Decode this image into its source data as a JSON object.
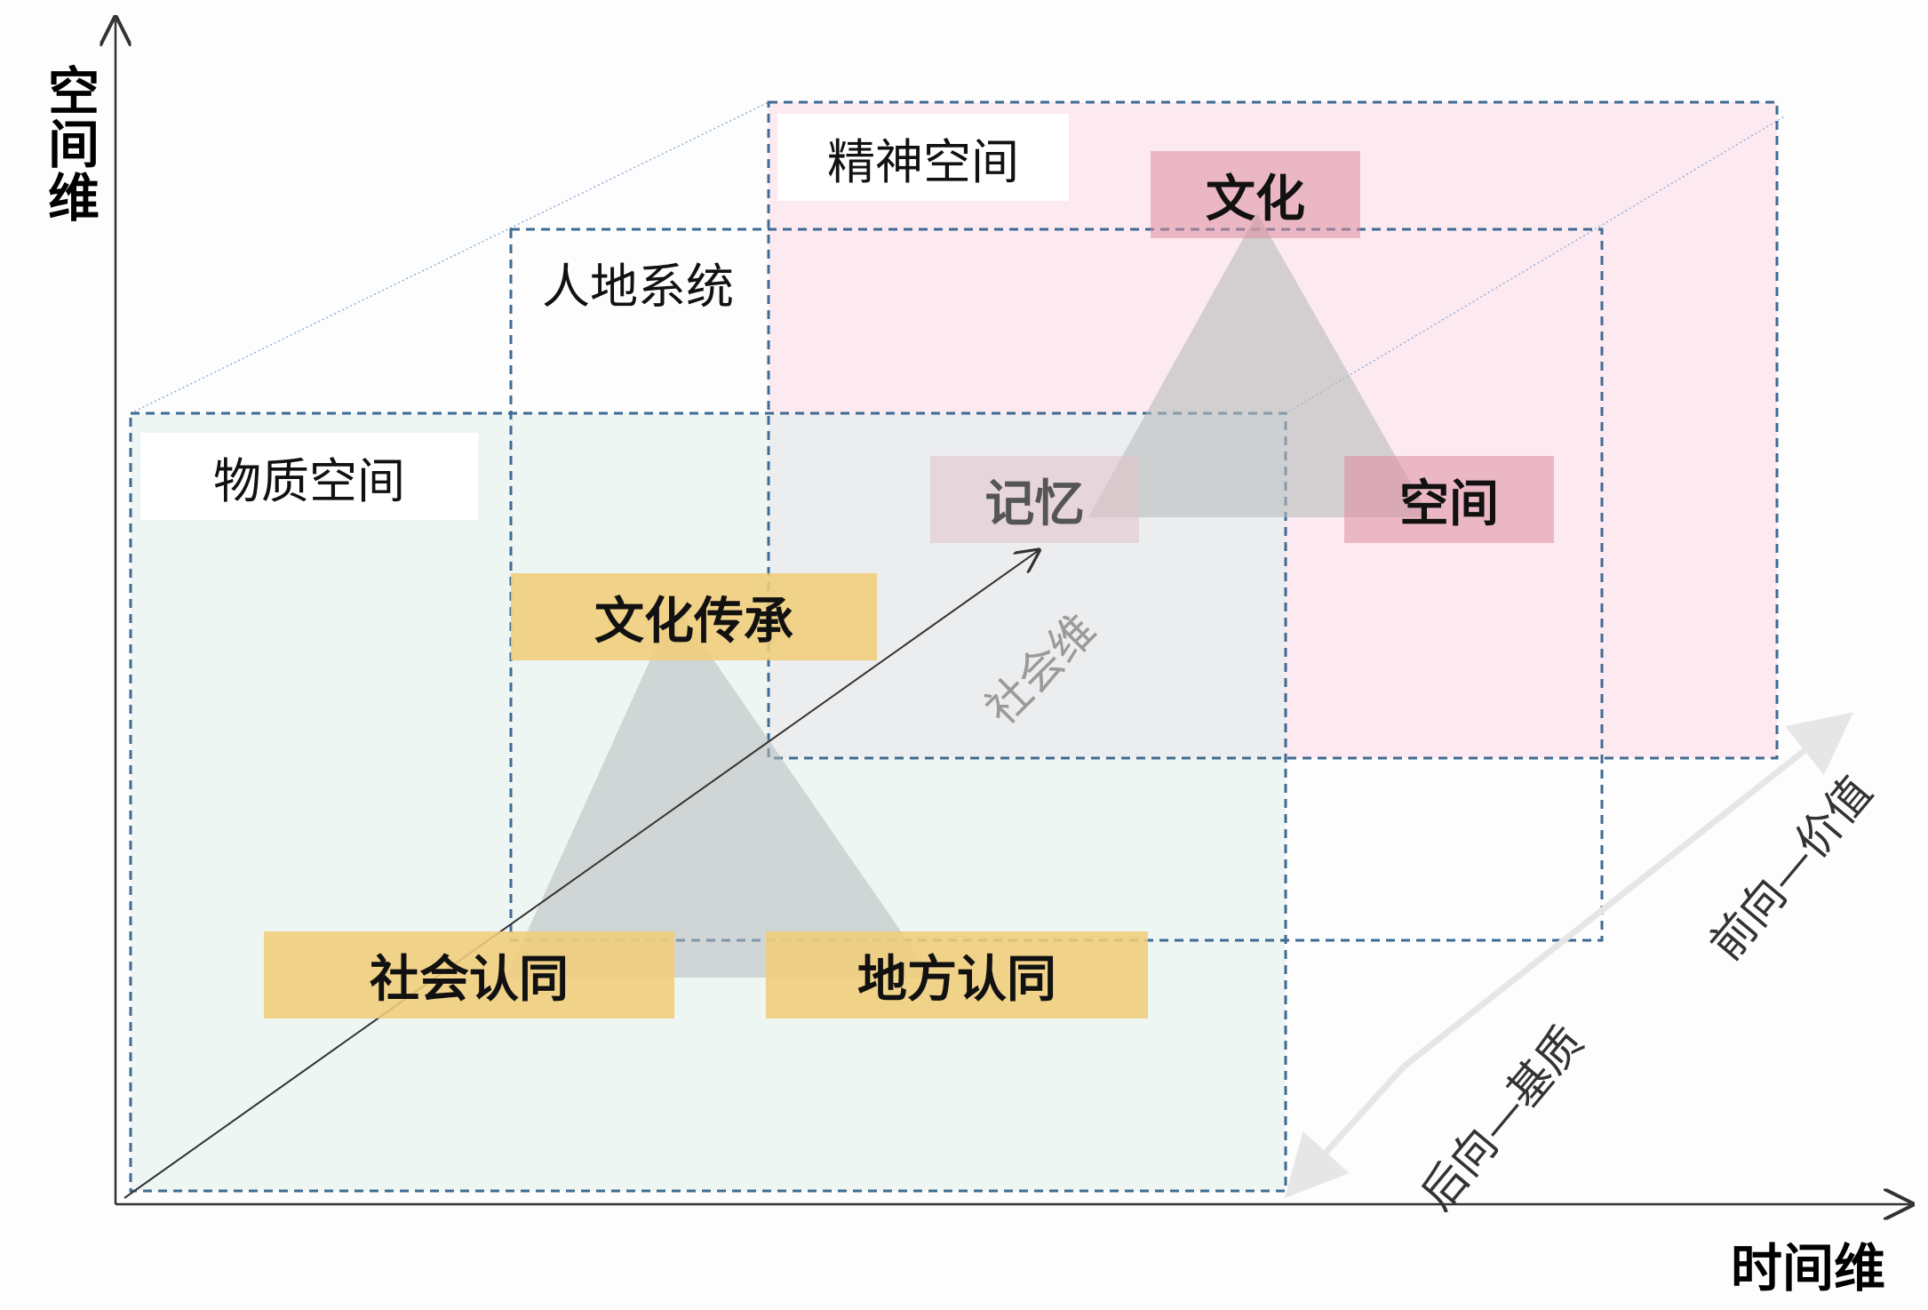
{
  "axes": {
    "space": "空间维",
    "time": "时间维",
    "social": "社会维"
  },
  "layers": {
    "material": "物质空间",
    "human_land": "人地系统",
    "spiritual": "精神空间"
  },
  "nodes": {
    "cultural_heritage": "文化传承",
    "social_identity": "社会认同",
    "place_identity": "地方认同",
    "culture": "文化",
    "memory": "记忆",
    "space": "空间"
  },
  "directions": {
    "backward": "后向—基质",
    "forward": "前向—价值"
  },
  "colors": {
    "material_fill": "#eef6f4",
    "spiritual_fill": "#fdeaf1",
    "dashed_frame": "#3e6b93",
    "yellow_tag": "#f0cd7a",
    "pink_tag": "#de8ca0",
    "triangle": "#b8bcbc"
  }
}
